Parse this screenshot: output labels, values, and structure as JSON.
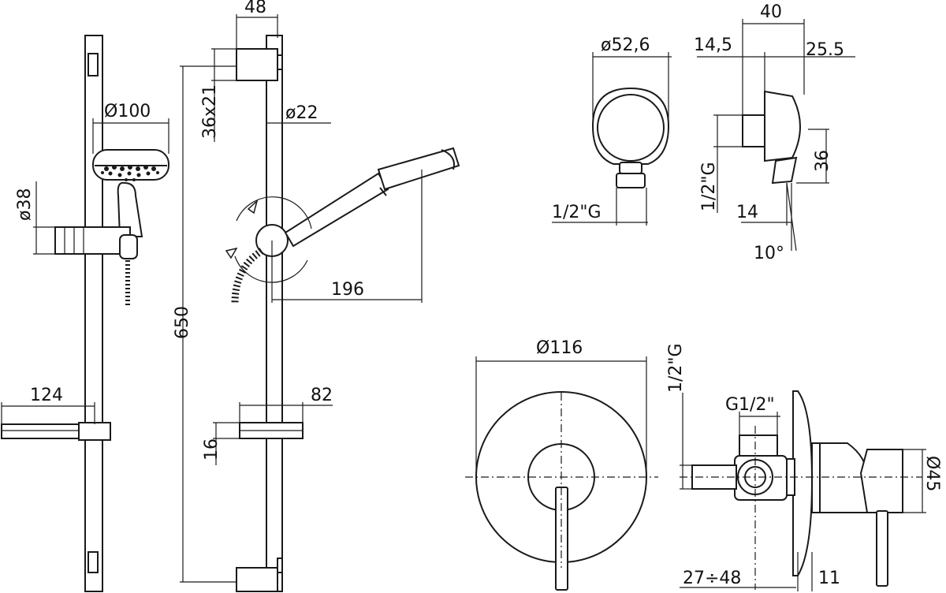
{
  "colors": {
    "line": "#1a1a1a",
    "background": "#ffffff"
  },
  "dims": {
    "d100": "Ø100",
    "d38": "ø38",
    "w124": "124",
    "w48": "48",
    "s36x21": "36x21",
    "d22": "ø22",
    "h650": "650",
    "w196": "196",
    "w82": "82",
    "h16": "16",
    "d52_6": "ø52,6",
    "g12_left": "1/2\"G",
    "w40": "40",
    "w14_5": "14,5",
    "w25_5": "25.5",
    "h36": "36",
    "g12_side": "1/2\"G",
    "w14": "14",
    "a10": "10°",
    "d116": "Ø116",
    "g12_valve": "G1/2\"",
    "g12_vert": "1/2\"G",
    "d45": "Ø45",
    "r27_48": "27÷48",
    "w11": "11"
  }
}
